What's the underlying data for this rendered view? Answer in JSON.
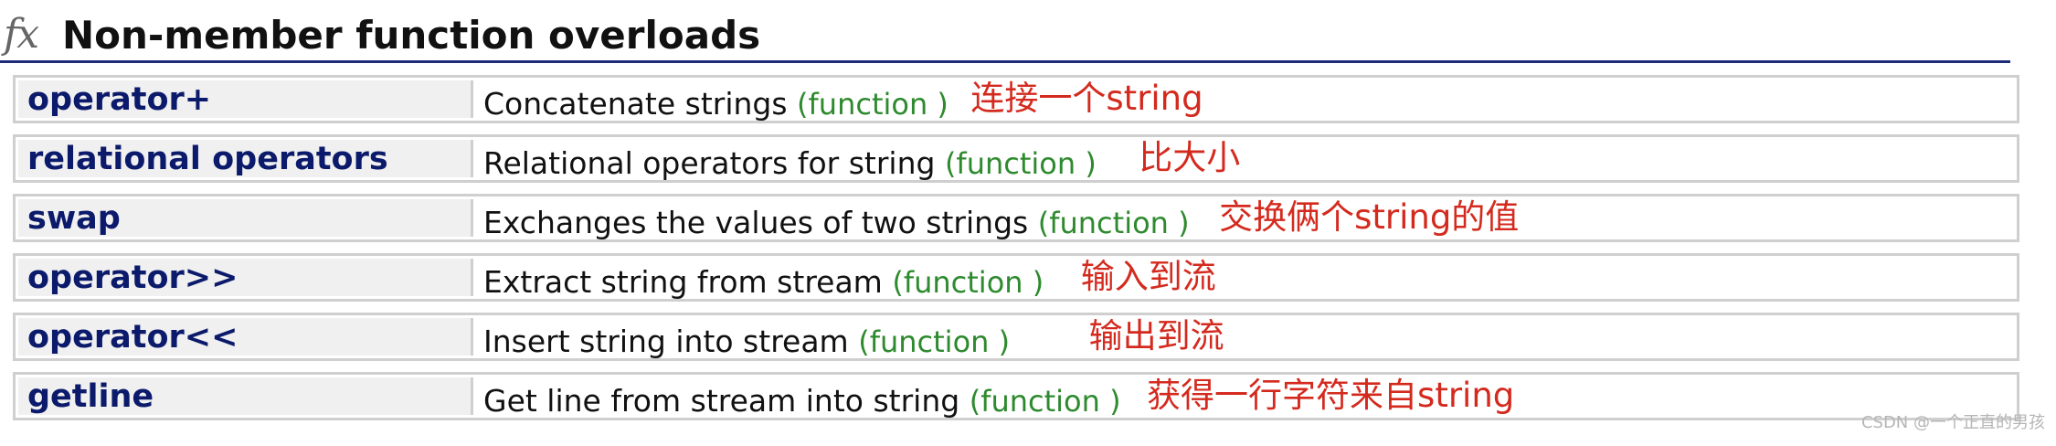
{
  "header": {
    "icon": "fx-icon",
    "title": "Non-member function overloads"
  },
  "colors": {
    "link": "#0b1a6b",
    "function_tag": "#2e8a2e",
    "annotation": "#d42a1e",
    "header_rule": "#1c2b7a",
    "cell_border": "#cfcfcf",
    "name_cell_bg": "#f0f0f0"
  },
  "functions": [
    {
      "name": "operator+",
      "description": "Concatenate strings",
      "tag": "(function )",
      "note": "连接一个string"
    },
    {
      "name": "relational operators",
      "description": "Relational operators for string",
      "tag": "(function )",
      "note": "比大小"
    },
    {
      "name": "swap",
      "description": "Exchanges the values of two strings",
      "tag": "(function )",
      "note": "交换俩个string的值"
    },
    {
      "name": "operator>>",
      "description": "Extract string from stream",
      "tag": "(function )",
      "note": "输入到流"
    },
    {
      "name": "operator<<",
      "description": "Insert string into stream",
      "tag": "(function )",
      "note": "输出到流"
    },
    {
      "name": "getline",
      "description": "Get line from stream into string",
      "tag": "(function )",
      "note": "获得一行字符来自string"
    }
  ],
  "watermark": "CSDN @一个正直的男孩"
}
